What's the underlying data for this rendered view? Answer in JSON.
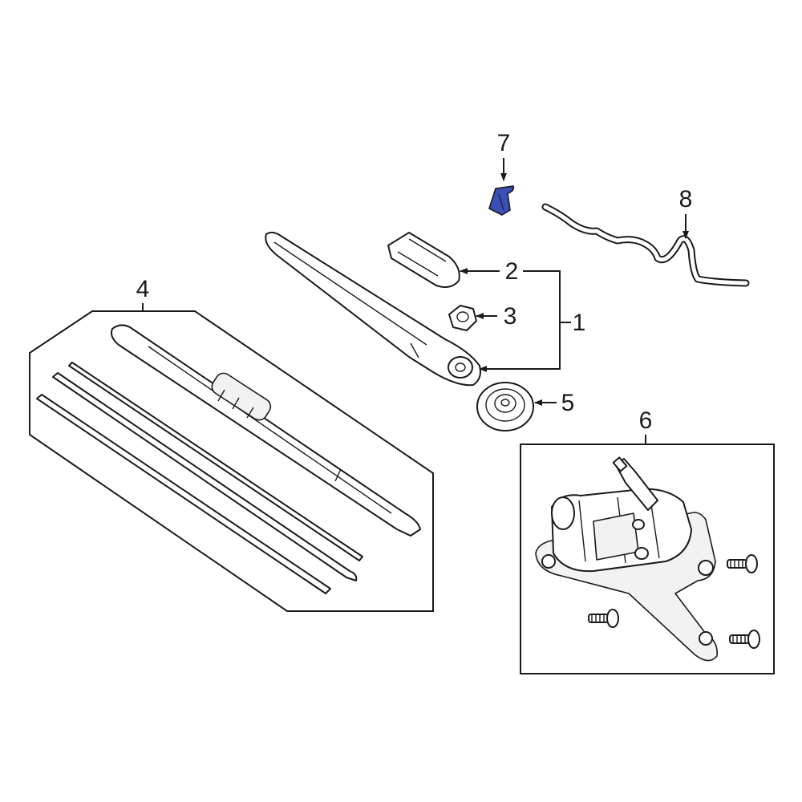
{
  "callouts": {
    "c1": "1",
    "c2": "2",
    "c3": "3",
    "c4": "4",
    "c5": "5",
    "c6": "6",
    "c7": "7",
    "c8": "8"
  },
  "colors": {
    "line": "#1a1a1a",
    "highlight_part": "#3a4fb8",
    "background": "#ffffff"
  }
}
